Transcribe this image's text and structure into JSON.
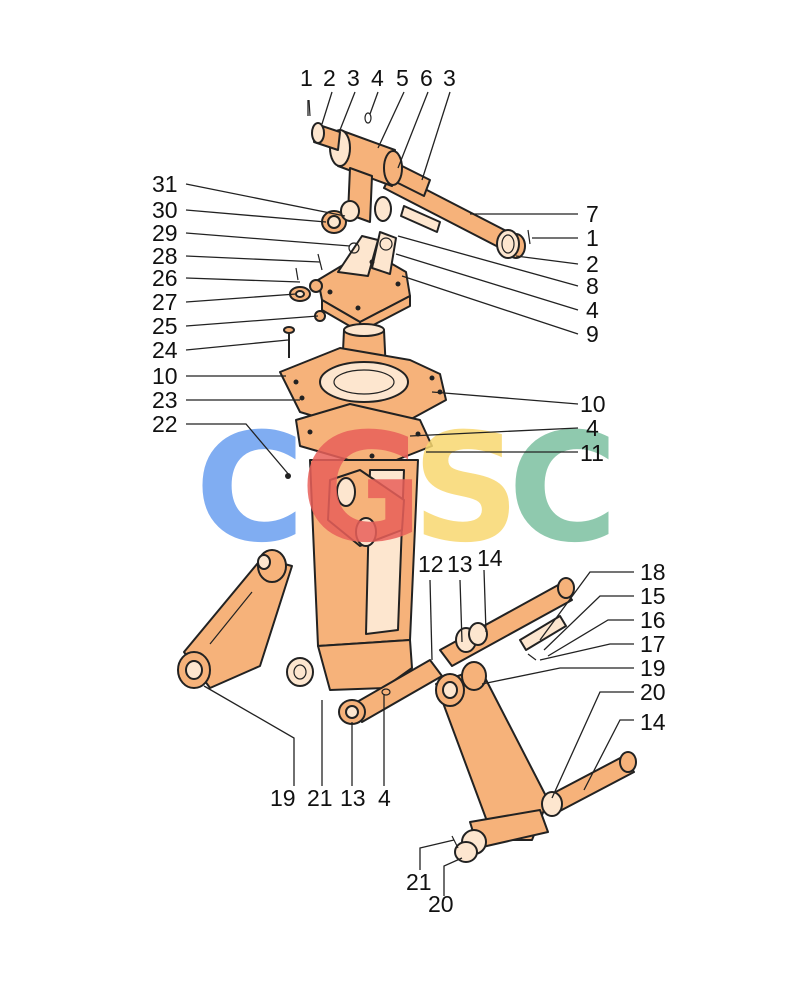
{
  "colors": {
    "part_fill": "#f6b27a",
    "part_fill_light": "#fde6cf",
    "outline": "#222222",
    "watermark": [
      "#6a9ff0",
      "#e9605a",
      "#f8d870",
      "#7cc0a0"
    ]
  },
  "watermark": {
    "letters": [
      "C",
      "G",
      "S",
      "C"
    ]
  },
  "callouts": [
    {
      "id": "c1a",
      "text": "1"
    },
    {
      "id": "c2a",
      "text": "2"
    },
    {
      "id": "c3a",
      "text": "3"
    },
    {
      "id": "c4a",
      "text": "4"
    },
    {
      "id": "c5",
      "text": "5"
    },
    {
      "id": "c6",
      "text": "6"
    },
    {
      "id": "c3b",
      "text": "3"
    },
    {
      "id": "c7",
      "text": "7"
    },
    {
      "id": "c1b",
      "text": "1"
    },
    {
      "id": "c2b",
      "text": "2"
    },
    {
      "id": "c8",
      "text": "8"
    },
    {
      "id": "c4b",
      "text": "4"
    },
    {
      "id": "c9",
      "text": "9"
    },
    {
      "id": "c31",
      "text": "31"
    },
    {
      "id": "c30",
      "text": "30"
    },
    {
      "id": "c29",
      "text": "29"
    },
    {
      "id": "c28",
      "text": "28"
    },
    {
      "id": "c26",
      "text": "26"
    },
    {
      "id": "c27",
      "text": "27"
    },
    {
      "id": "c25",
      "text": "25"
    },
    {
      "id": "c24",
      "text": "24"
    },
    {
      "id": "c10a",
      "text": "10"
    },
    {
      "id": "c23",
      "text": "23"
    },
    {
      "id": "c10b",
      "text": "10"
    },
    {
      "id": "c22",
      "text": "22"
    },
    {
      "id": "c4c",
      "text": "4"
    },
    {
      "id": "c11",
      "text": "11"
    },
    {
      "id": "c12",
      "text": "12"
    },
    {
      "id": "c13a",
      "text": "13"
    },
    {
      "id": "c14a",
      "text": "14"
    },
    {
      "id": "c18",
      "text": "18"
    },
    {
      "id": "c15",
      "text": "15"
    },
    {
      "id": "c16",
      "text": "16"
    },
    {
      "id": "c17",
      "text": "17"
    },
    {
      "id": "c19a",
      "text": "19"
    },
    {
      "id": "c20a",
      "text": "20"
    },
    {
      "id": "c14b",
      "text": "14"
    },
    {
      "id": "c19b",
      "text": "19"
    },
    {
      "id": "c21a",
      "text": "21"
    },
    {
      "id": "c13b",
      "text": "13"
    },
    {
      "id": "c4d",
      "text": "4"
    },
    {
      "id": "c21b",
      "text": "21"
    },
    {
      "id": "c20b",
      "text": "20"
    }
  ]
}
